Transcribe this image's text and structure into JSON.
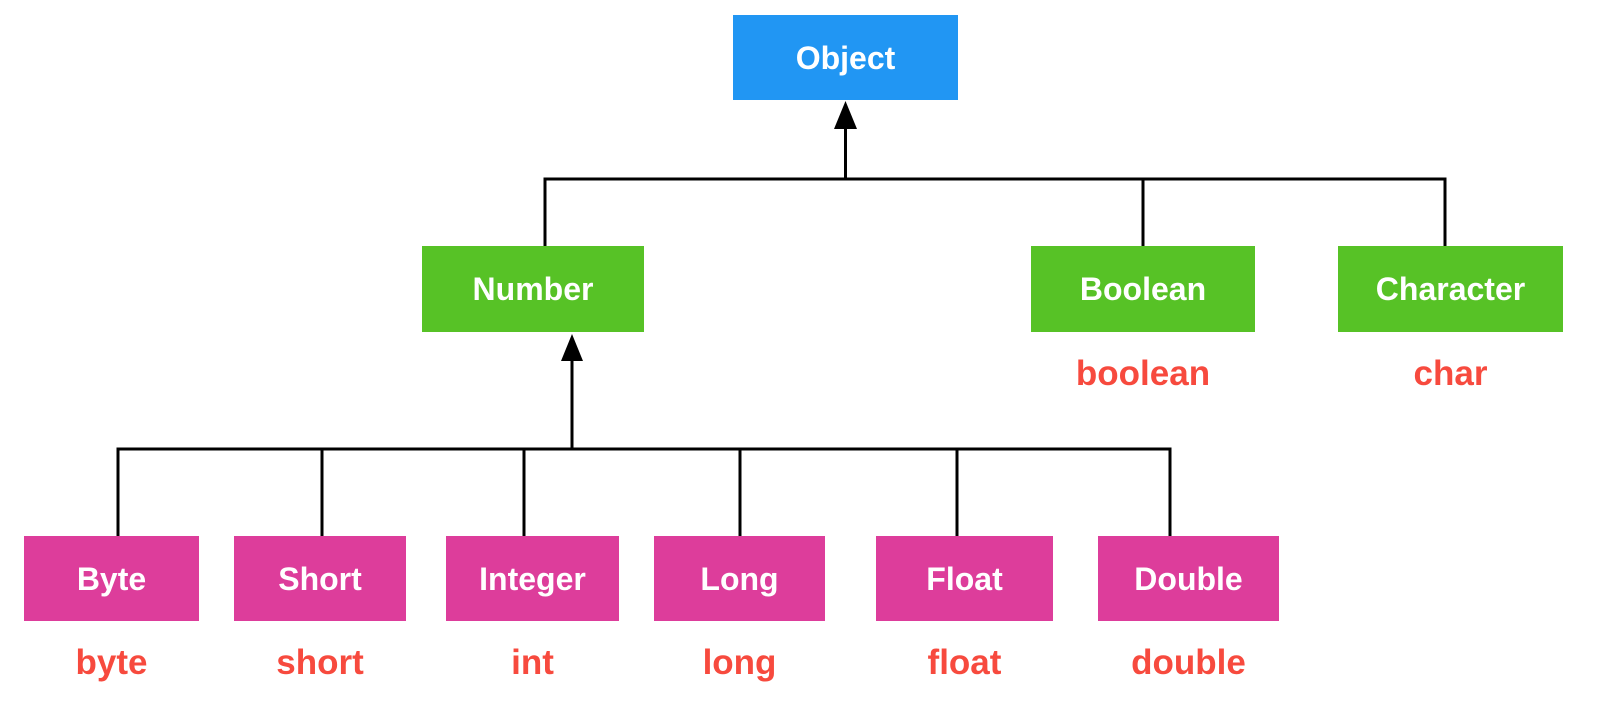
{
  "colors": {
    "object_box": "#2196F3",
    "wrapper_green": "#57C226",
    "wrapper_pink": "#DD3D9B",
    "primitive_red": "#F74A3E",
    "line": "#000000",
    "box_text": "#FFFFFF",
    "background": "#FFFFFF"
  },
  "hierarchy": {
    "root": {
      "label": "Object"
    },
    "level1": [
      {
        "label": "Number"
      },
      {
        "label": "Boolean",
        "primitive": "boolean"
      },
      {
        "label": "Character",
        "primitive": "char"
      }
    ],
    "level2": [
      {
        "label": "Byte",
        "primitive": "byte"
      },
      {
        "label": "Short",
        "primitive": "short"
      },
      {
        "label": "Integer",
        "primitive": "int"
      },
      {
        "label": "Long",
        "primitive": "long"
      },
      {
        "label": "Float",
        "primitive": "float"
      },
      {
        "label": "Double",
        "primitive": "double"
      }
    ]
  }
}
